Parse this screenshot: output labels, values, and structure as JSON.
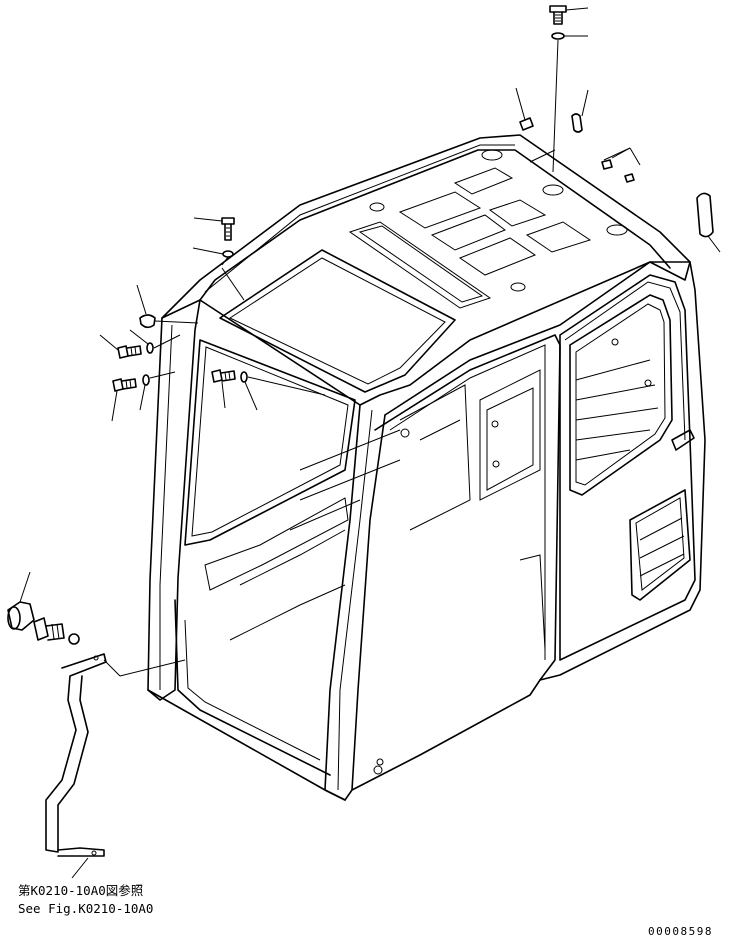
{
  "reference_note": {
    "japanese": "第K0210-10A0図参照",
    "english": "See Fig.K0210-10A0"
  },
  "drawing_number": "00008598",
  "colors": {
    "line": "#000000",
    "background": "#ffffff"
  },
  "parts": [
    "bolt-icon",
    "washer-icon",
    "cap-icon",
    "o-ring-icon",
    "spring-pin-icon",
    "nut-icon",
    "bushing-icon",
    "handrail-icon",
    "cab-frame-icon"
  ]
}
